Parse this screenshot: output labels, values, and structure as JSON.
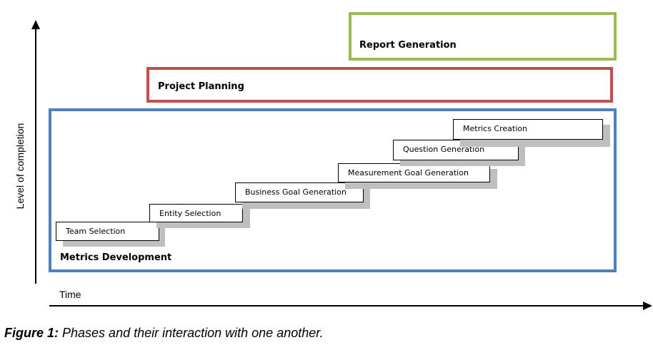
{
  "axes": {
    "y_label": "Level of completion",
    "x_label": "Time"
  },
  "phases": {
    "report": {
      "label": "Report Generation",
      "color": "#9bbb59"
    },
    "planning": {
      "label": "Project Planning",
      "color": "#c0504d"
    },
    "metrics": {
      "label": "Metrics Development",
      "color": "#4f81bd"
    }
  },
  "steps": [
    "Team Selection",
    "Entity Selection",
    "Business Goal Generation",
    "Measurement Goal Generation",
    "Question Generation",
    "Metrics Creation"
  ],
  "caption": {
    "prefix": "Figure 1:",
    "text": " Phases and their interaction with one another."
  }
}
